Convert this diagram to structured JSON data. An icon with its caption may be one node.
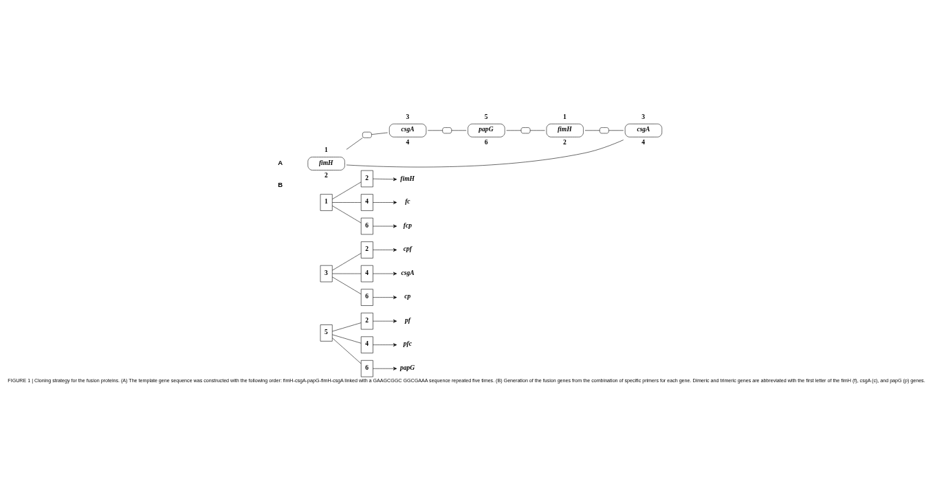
{
  "diagram": {
    "caption": "FIGURE 1 | Cloning strategy for the fusion proteins. (A) The template gene sequence was constructed with the following order: fimH-csgA-papG-fimH-csgA linked with a GAAGCGGC GGCGAAA sequence repeated five times. (B) Generation of the fusion genes from the combination of specific primers for each gene. Dimeric and trimeric genes are abbreviated with the first letter of the fimH (f), csgA (c), and papG (p) genes.",
    "nodes": [
      {
        "text": [
          "fimH"
        ],
        "beside": [
          "1",
          "2"
        ]
      },
      {
        "text": [],
        "shape": "box"
      },
      {
        "text": [
          "csgA"
        ],
        "beside": [
          "3",
          "4"
        ]
      },
      {
        "text": [],
        "shape": "box"
      },
      {
        "text": [
          "papG"
        ],
        "beside": [
          "5",
          "6"
        ]
      },
      {
        "text": [],
        "shape": "box"
      },
      {
        "text": [
          "fimH"
        ],
        "beside": [
          "1",
          "2"
        ]
      },
      {
        "text": [],
        "shape": "box"
      },
      {
        "text": [
          "csgA"
        ],
        "beside": [
          "3",
          "4"
        ]
      },
      {
        "text": [
          "1"
        ]
      },
      {
        "text": [
          "2"
        ]
      },
      {
        "text": [
          "4"
        ]
      },
      {
        "text": [
          "6"
        ]
      },
      {
        "text": [
          "fimH"
        ]
      },
      {
        "text": [
          "fc"
        ]
      },
      {
        "text": [
          "fcp"
        ]
      },
      {
        "text": [
          "3"
        ]
      },
      {
        "text": [
          "2"
        ]
      },
      {
        "text": [
          "4"
        ]
      },
      {
        "text": [
          "6"
        ]
      },
      {
        "text": [
          "cpf"
        ]
      },
      {
        "text": [
          "csgA"
        ]
      },
      {
        "text": [
          "cp"
        ]
      },
      {
        "text": [
          "5"
        ]
      },
      {
        "text": [
          "2"
        ]
      },
      {
        "text": [
          "4"
        ]
      },
      {
        "text": [
          "6"
        ]
      },
      {
        "text": [
          "pf"
        ]
      },
      {
        "text": [
          "pfc"
        ]
      },
      {
        "text": [
          "papG"
        ]
      }
    ],
    "edges": [
      {
        "from": 0,
        "to": 1,
        "arrow": "none"
      },
      {
        "from": 1,
        "to": 2,
        "arrow": "none"
      },
      {
        "from": 2,
        "to": 3,
        "arrow": "none"
      },
      {
        "from": 3,
        "to": 4,
        "arrow": "none"
      },
      {
        "from": 4,
        "to": 5,
        "arrow": "none"
      },
      {
        "from": 5,
        "to": 6,
        "arrow": "none"
      },
      {
        "from": 6,
        "to": 7,
        "arrow": "none"
      },
      {
        "from": 7,
        "to": 8,
        "arrow": "none"
      },
      {
        "from": 8,
        "to": 0,
        "arrow": "none"
      },
      {
        "from": 9,
        "to": 10,
        "arrow": "none"
      },
      {
        "from": 9,
        "to": 11,
        "arrow": "none"
      },
      {
        "from": 9,
        "to": 12,
        "arrow": "none"
      },
      {
        "from": 10,
        "to": 13,
        "arrow": "to"
      },
      {
        "from": 11,
        "to": 14,
        "arrow": "to"
      },
      {
        "from": 12,
        "to": 15,
        "arrow": "to"
      },
      {
        "from": 16,
        "to": 17,
        "arrow": "none"
      },
      {
        "from": 16,
        "to": 18,
        "arrow": "none"
      },
      {
        "from": 16,
        "to": 19,
        "arrow": "none"
      },
      {
        "from": 17,
        "to": 20,
        "arrow": "to"
      },
      {
        "from": 18,
        "to": 21,
        "arrow": "to"
      },
      {
        "from": 19,
        "to": 22,
        "arrow": "to"
      },
      {
        "from": 23,
        "to": 24,
        "arrow": "none"
      },
      {
        "from": 23,
        "to": 25,
        "arrow": "none"
      },
      {
        "from": 23,
        "to": 26,
        "arrow": "none"
      },
      {
        "from": 24,
        "to": 27,
        "arrow": "to"
      },
      {
        "from": 25,
        "to": 28,
        "arrow": "to"
      },
      {
        "from": 26,
        "to": 29,
        "arrow": "to"
      }
    ],
    "labels": [
      "A",
      "B"
    ]
  }
}
